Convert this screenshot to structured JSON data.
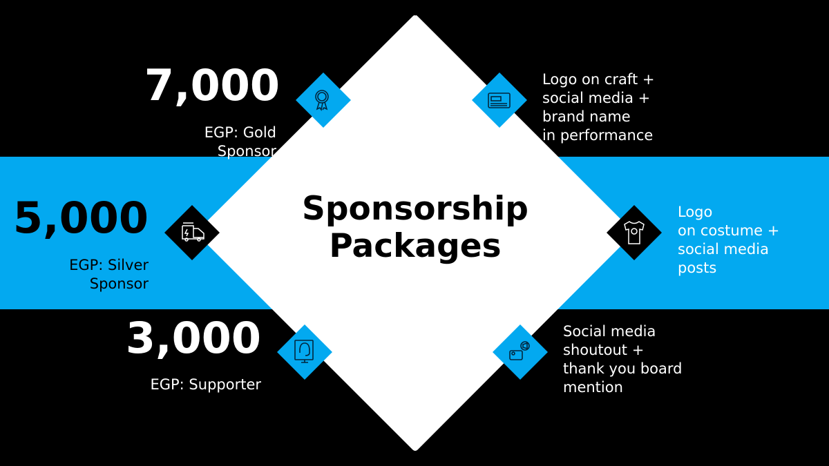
{
  "title": "Sponsorship Packages",
  "colors": {
    "accent": "#03a9f0",
    "background": "#000000",
    "center": "#ffffff"
  },
  "packages": [
    {
      "amount": "7,000",
      "label": "EGP: Gold\nSponsor",
      "benefits": "Logo on craft +\nsocial media +\nbrand name\nin performance",
      "icon": "award-ribbon-icon",
      "benefit_icon": "billboard-ad-icon"
    },
    {
      "amount": "5,000",
      "label": "EGP: Silver\nSponsor",
      "benefits": "Logo\non costume +\nsocial media\nposts",
      "icon": "food-truck-icon",
      "benefit_icon": "tshirt-logo-icon"
    },
    {
      "amount": "3,000",
      "label": "EGP: Supporter",
      "benefits": "Social media\nshoutout +\nthank you board\nmention",
      "icon": "monitor-headset-icon",
      "benefit_icon": "social-shoutout-icon"
    }
  ]
}
